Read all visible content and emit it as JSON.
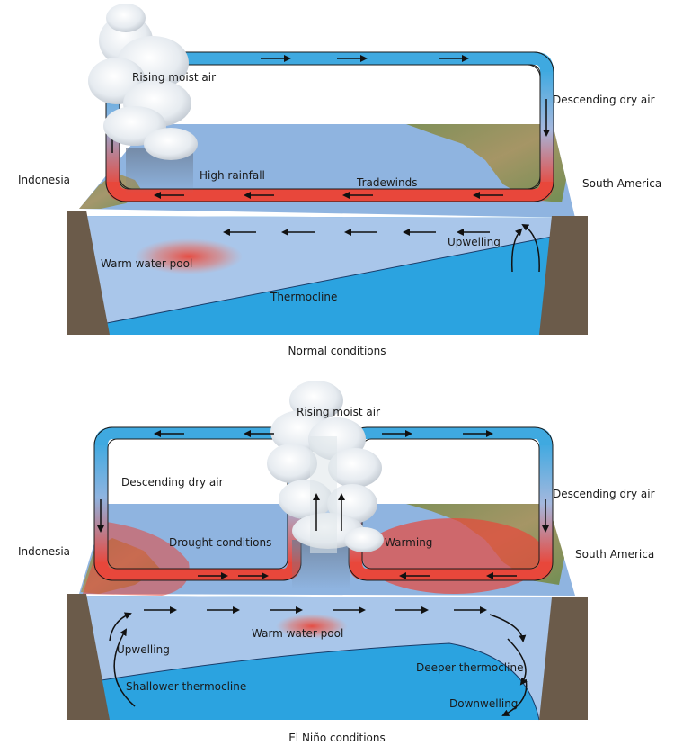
{
  "normal": {
    "caption": "Normal conditions",
    "labels": {
      "rising_moist_air": "Rising moist air",
      "descending_dry_air": "Descending dry air",
      "indonesia": "Indonesia",
      "south_america": "South America",
      "high_rainfall": "High rainfall",
      "tradewinds": "Tradewinds",
      "upwelling": "Upwelling",
      "warm_water_pool": "Warm water pool",
      "thermocline": "Thermocline"
    }
  },
  "el_nino": {
    "caption": "El Niño conditions",
    "labels": {
      "rising_moist_air": "Rising moist air",
      "descending_dry_air_left": "Descending dry air",
      "descending_dry_air_right": "Descending dry air",
      "indonesia": "Indonesia",
      "south_america": "South America",
      "drought_conditions": "Drought conditions",
      "warming": "Warming",
      "upwelling": "Upwelling",
      "warm_water_pool": "Warm water pool",
      "deeper_thermocline": "Deeper thermocline",
      "shallower_thermocline": "Shallower thermocline",
      "downwelling": "Downwelling"
    }
  },
  "colors": {
    "ocean_surface": "#a9c6ea",
    "ocean_deep": "#2ba3e0",
    "land_side": "#6b5b4a",
    "warm": "#e8473b",
    "cold_air": "#3fa9e0"
  }
}
